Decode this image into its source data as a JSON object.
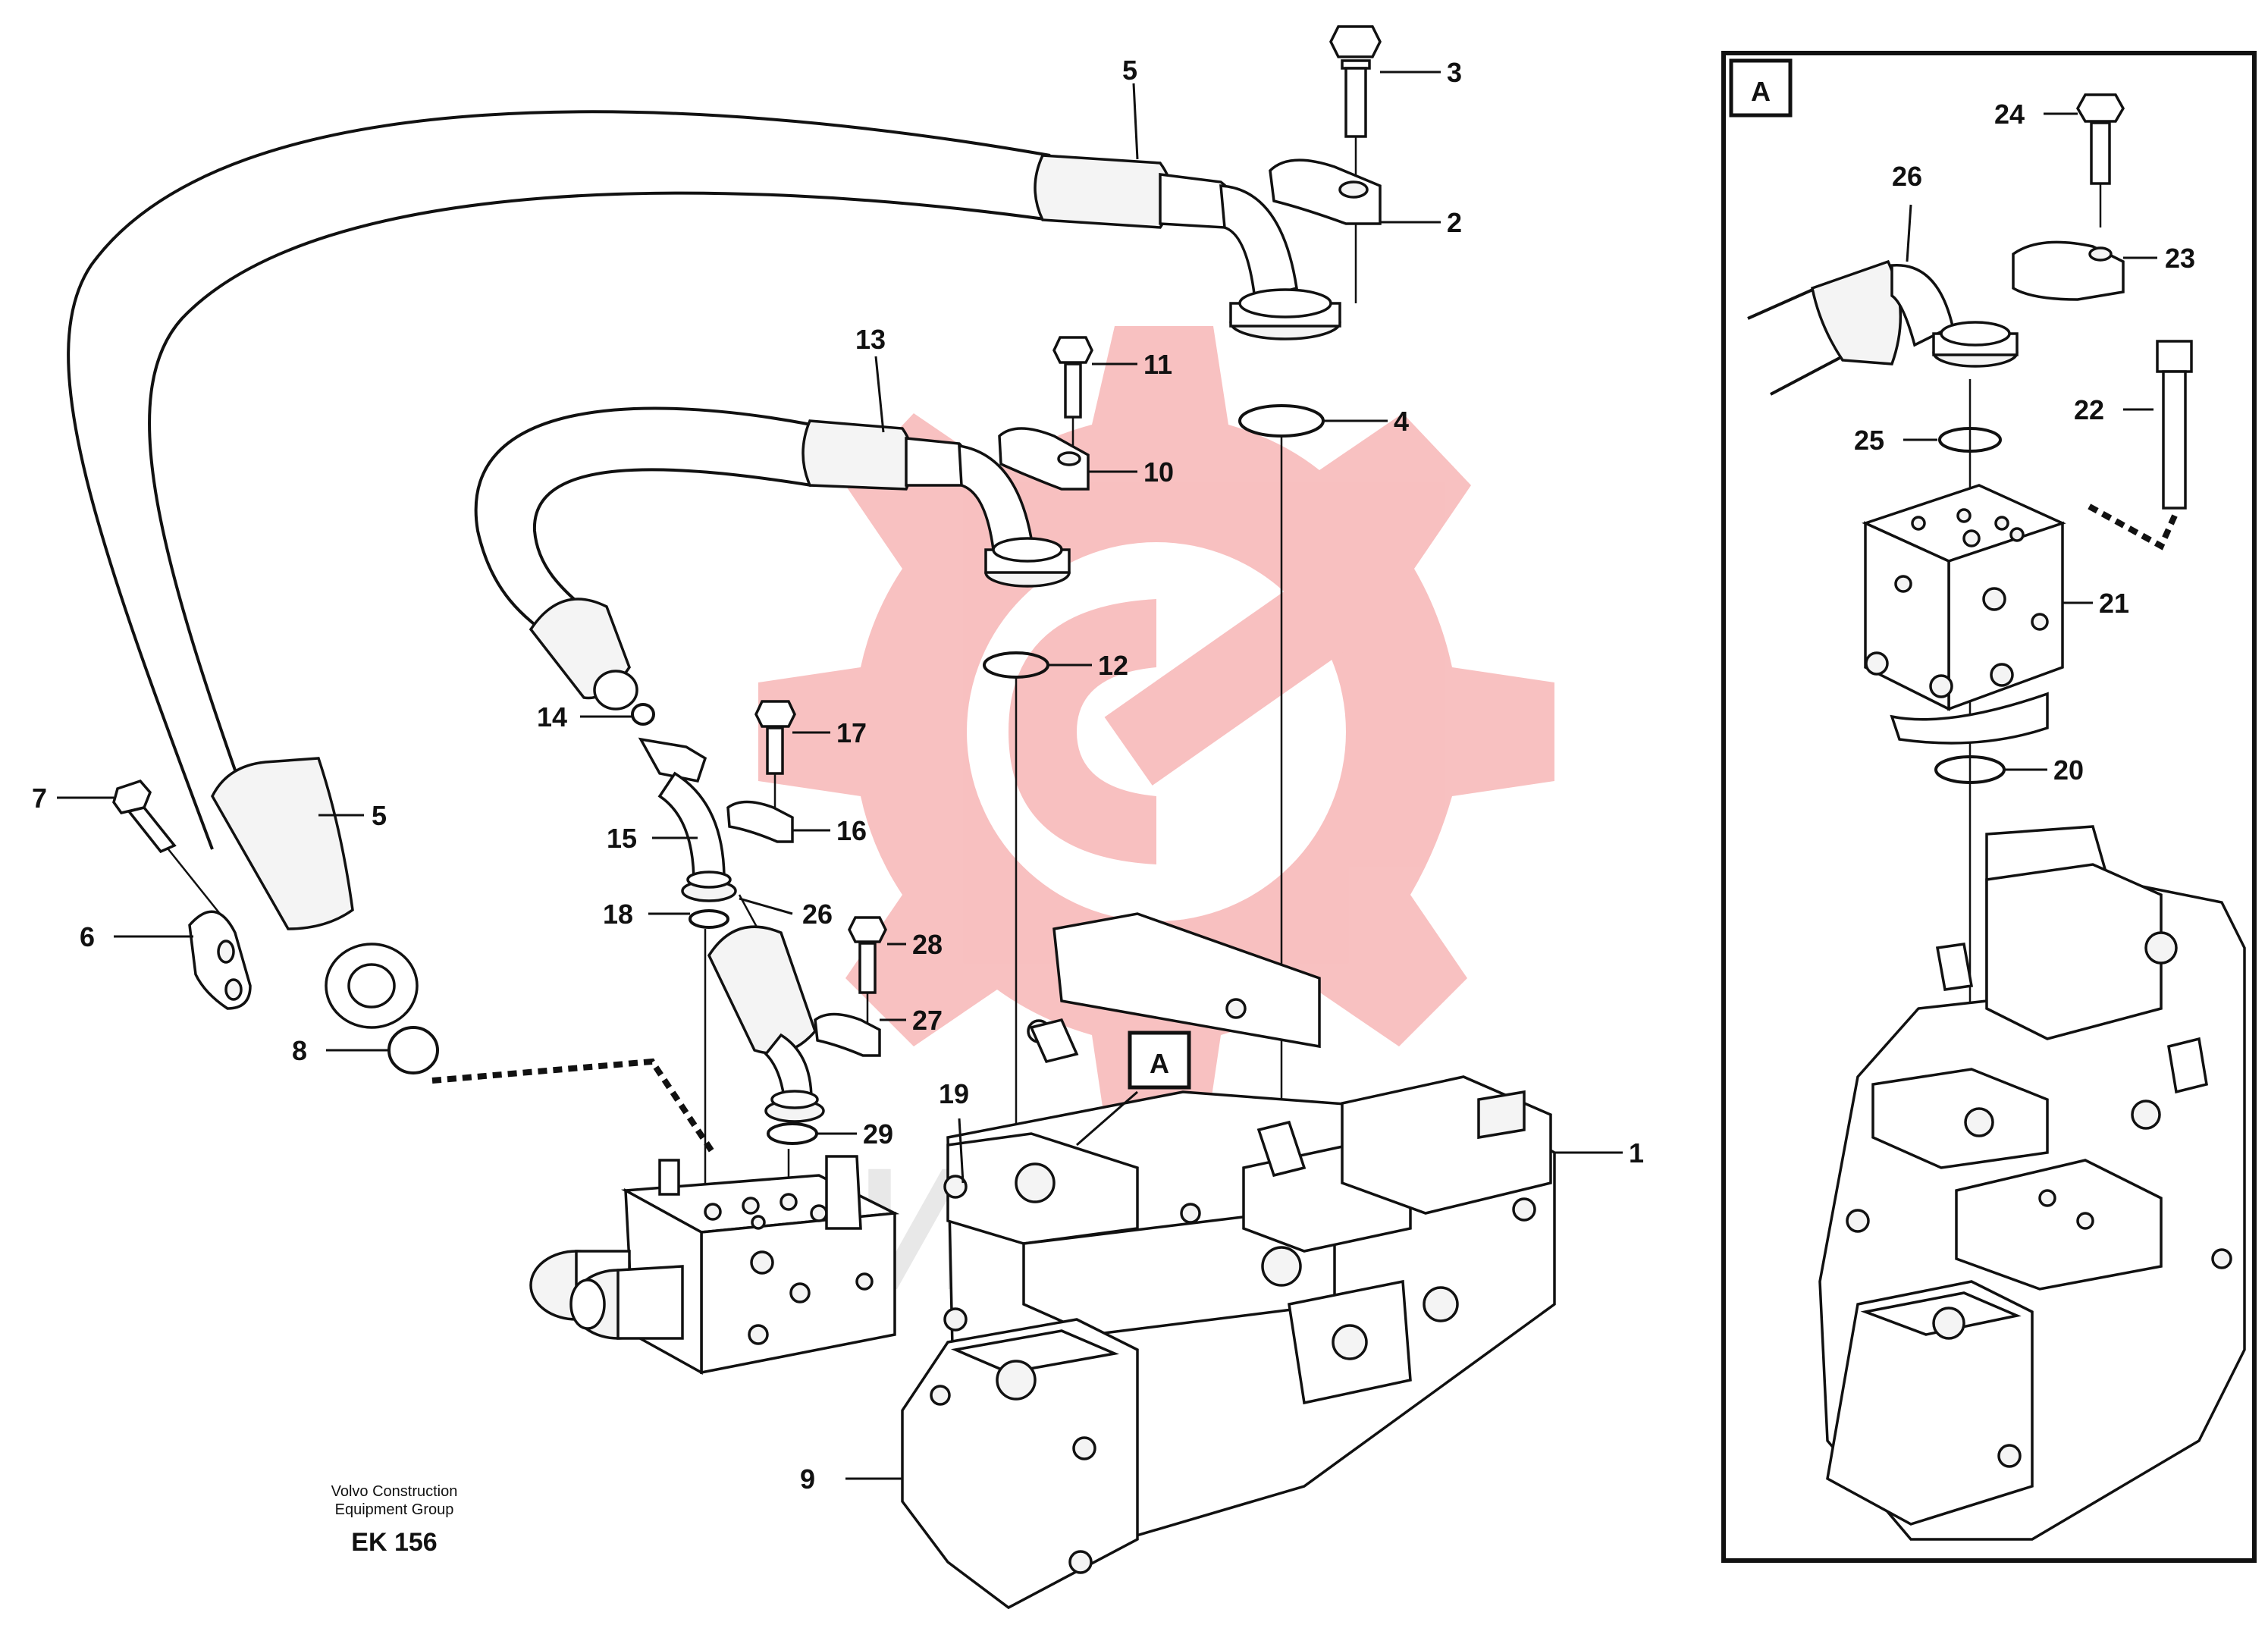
{
  "manufacturer": {
    "line1": "Volvo Construction",
    "line2": "Equipment Group"
  },
  "diagram_code": "EK 156",
  "watermark_colors": {
    "gear": "#f7b6b6",
    "text": "#d9d9d9"
  },
  "detail_view": {
    "letter": "A"
  },
  "main_view_marker": {
    "letter": "A"
  },
  "part_numbers": {
    "n1": "1",
    "n2": "2",
    "n3": "3",
    "n4": "4",
    "n5a": "5",
    "n5b": "5",
    "n6": "6",
    "n7": "7",
    "n8": "8",
    "n9": "9",
    "n10": "10",
    "n11": "11",
    "n12": "12",
    "n13": "13",
    "n14": "14",
    "n15": "15",
    "n16": "16",
    "n17": "17",
    "n18": "18",
    "n19": "19",
    "n20": "20",
    "n21": "21",
    "n22": "22",
    "n23": "23",
    "n24": "24",
    "n25": "25",
    "n26a": "26",
    "n26b": "26",
    "n27": "27",
    "n28": "28",
    "n29": "29"
  }
}
